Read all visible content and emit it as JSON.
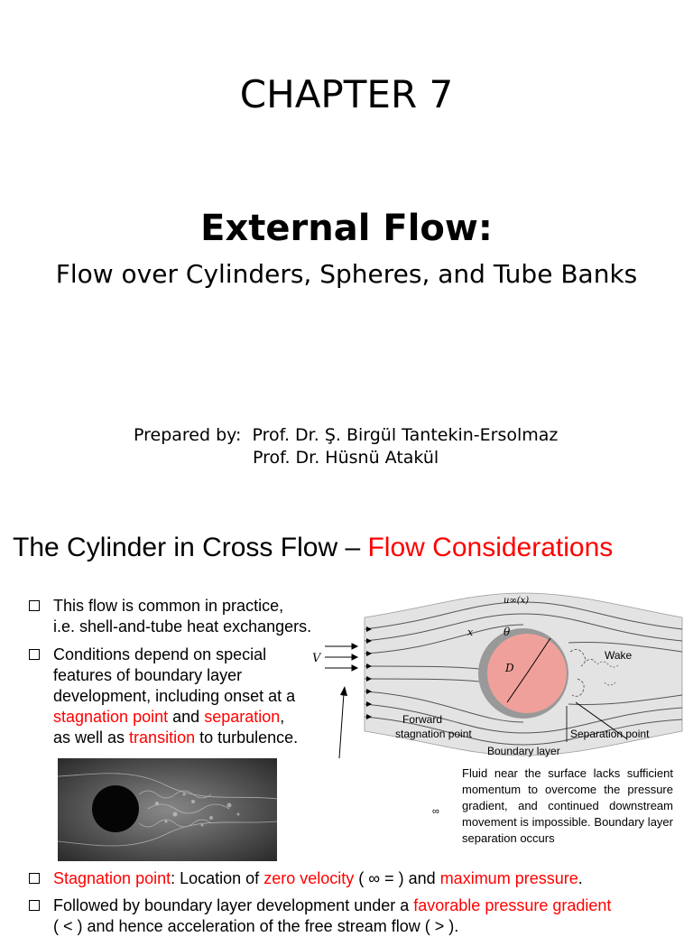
{
  "cover": {
    "chapter": "CHAPTER 7",
    "title": "External Flow:",
    "subtitle": "Flow over Cylinders, Spheres, and Tube Banks",
    "prepared_label": "Prepared by:",
    "author1": "Prof. Dr. Ş. Birgül Tantekin-Ersolmaz",
    "author2": "Prof. Dr. Hüsnü Atakül"
  },
  "slide": {
    "title_black": "The Cylinder in Cross Flow",
    "title_dash": "–",
    "title_red": "Flow Considerations",
    "bullet1": {
      "line1": "This flow is common in practice,",
      "line2": "i.e. shell-and-tube heat exchangers."
    },
    "bullet2": {
      "line1": "Conditions depend on special",
      "line2": "features of boundary layer",
      "line3": "development, including onset at a",
      "red1": "stagnation point",
      "and": "and",
      "red2": "separation",
      "comma": ",",
      "pre": "as well as",
      "red3": "transition",
      "post": "to turbulence."
    },
    "bullet3": {
      "red1": "Stagnation point",
      "colon": ":  Location of",
      "red2": "zero velocity",
      "paren": "( ∞ =  )",
      "and": "and",
      "red3": "maximum pressure",
      "end": "."
    },
    "bullet4": {
      "pre": "Followed by boundary layer development under a",
      "red1": "favorable pressure gradient",
      "line2": "(          <  ) and hence acceleration of the free stream flow (          >  )."
    },
    "note": "Fluid near the surface lacks sufficient momentum to overcome the pressure gradient, and continued downstream movement is impossible. Boundary layer separation occurs",
    "infinity": "∞"
  },
  "diagram": {
    "label_u": "u∞(x)",
    "label_theta": "θ",
    "label_x": "x",
    "label_D": "D",
    "label_V": "V",
    "label_wake": "Wake",
    "label_forward": "Forward",
    "label_stag": "stagnation point",
    "label_sep": "Separation point",
    "label_bl": "Boundary layer"
  },
  "colors": {
    "accent": "#ff0000",
    "cylinder": "#f0a09a",
    "flow_region": "#e3e3e3"
  }
}
